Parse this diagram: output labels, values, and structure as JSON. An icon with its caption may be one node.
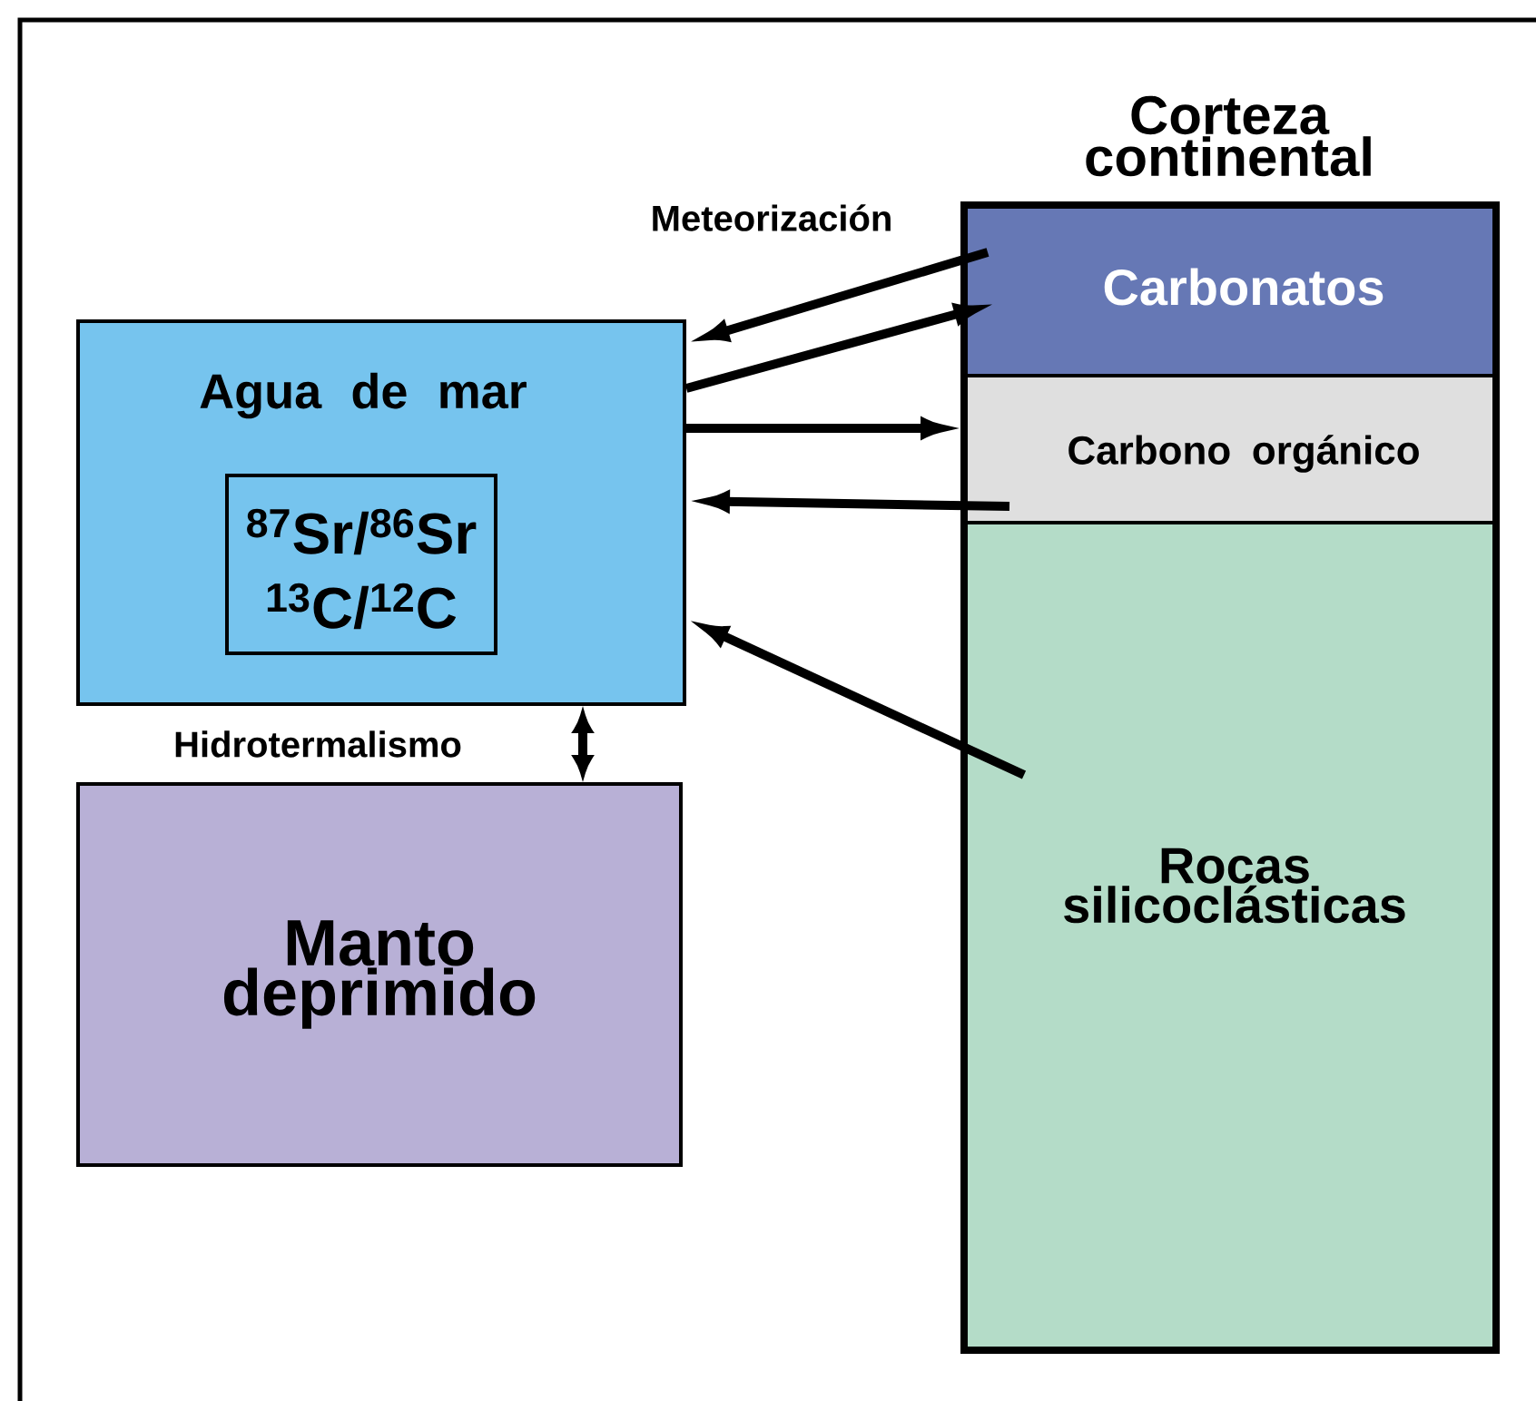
{
  "diagram": {
    "nodes": [
      {
        "text": [
          "Corteza continental"
        ]
      },
      {
        "text": [
          "Carbonatos"
        ],
        "in": 0
      },
      {
        "text": [
          "Carbono orgánico"
        ],
        "in": 0
      },
      {
        "text": [
          "Rocas silicoclásticas"
        ],
        "in": 0
      },
      {
        "text": [
          "Agua de mar"
        ]
      },
      {
        "text": [
          "$^{87}$Sr/$^{86}$Sr",
          "$^{13}$C/$^{12}$C"
        ],
        "in": 4
      },
      {
        "text": [
          "Manto deprimido"
        ]
      }
    ],
    "edges": [
      {
        "from": 1,
        "to": 4,
        "arrow": "to"
      },
      {
        "from": 4,
        "to": 1,
        "arrow": "to"
      },
      {
        "from": 4,
        "to": 2,
        "arrow": "to"
      },
      {
        "from": 2,
        "to": 4,
        "arrow": "to"
      },
      {
        "from": 3,
        "to": 4,
        "arrow": "to"
      },
      {
        "from": 4,
        "to": 6,
        "arrow": "both"
      }
    ],
    "labels": [
      "Meteorización",
      "Hidrotermalismo"
    ]
  }
}
